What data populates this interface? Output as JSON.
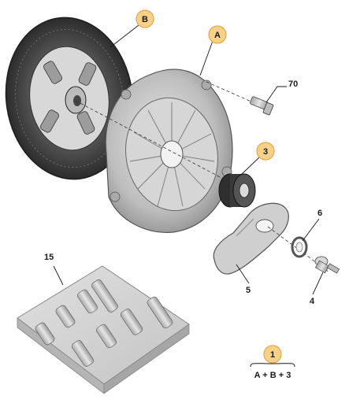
{
  "colors": {
    "badge_fill": "#f6d18a",
    "badge_stroke": "#e3a84a",
    "part_grey": "#c8c8c8",
    "part_dark": "#3a3a3a",
    "box_fill": "#d0d0d0"
  },
  "callouts": {
    "B": "B",
    "A": "A",
    "p70": "70",
    "p3": "3",
    "p6": "6",
    "p5": "5",
    "p4": "4",
    "p15": "15"
  },
  "assembly": {
    "badge": "1",
    "formula": "A + B + 3"
  }
}
